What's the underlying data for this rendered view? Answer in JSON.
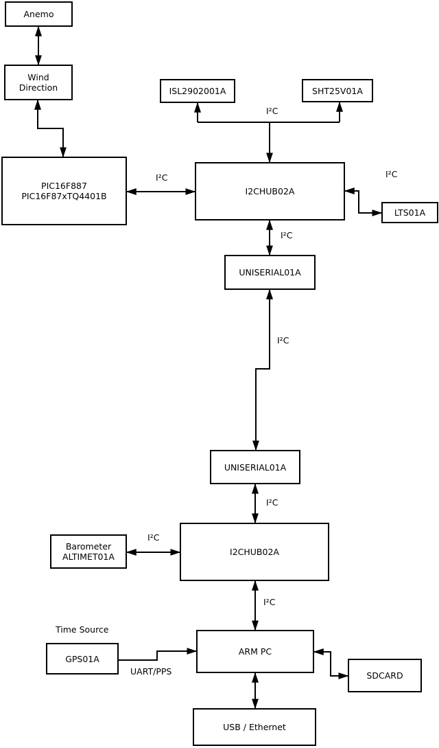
{
  "diagram": {
    "type": "block-diagram",
    "colors": {
      "line": "#000000",
      "box_border": "#000000",
      "box_fill": "#ffffff",
      "background": "#ffffff",
      "text": "#000000"
    },
    "nodes": {
      "anemo": {
        "label": "Anemo"
      },
      "wind": {
        "label": "Wind\nDirection"
      },
      "pic": {
        "label": "PIC16F887\nPIC16F87xTQ4401B"
      },
      "isl": {
        "label": "ISL2902001A"
      },
      "sht": {
        "label": "SHT25V01A"
      },
      "hub1": {
        "label": "I2CHUB02A"
      },
      "lts": {
        "label": "LTS01A"
      },
      "uniserial1": {
        "label": "UNISERIAL01A"
      },
      "uniserial2": {
        "label": "UNISERIAL01A"
      },
      "hub2": {
        "label": "I2CHUB02A"
      },
      "barometer": {
        "label": "Barometer\nALTIMET01A"
      },
      "gps": {
        "label": "GPS01A"
      },
      "armpc": {
        "label": "ARM PC"
      },
      "sdcard": {
        "label": "SDCARD"
      },
      "usb_ethernet": {
        "label": "USB / Ethernet"
      }
    },
    "labels": {
      "i2c": "I²C",
      "uart_pps": "UART/PPS",
      "time_source": "Time Source"
    },
    "connections": [
      {
        "from": "Anemo",
        "to": "Wind Direction",
        "label": "",
        "bidirectional": true
      },
      {
        "from": "Wind Direction",
        "to": "PIC16F887 PIC16F87xTQ4401B",
        "label": "",
        "bidirectional": true
      },
      {
        "from": "PIC16F887 PIC16F87xTQ4401B",
        "to": "I2CHUB02A (upper)",
        "label": "I²C",
        "bidirectional": true
      },
      {
        "from": "I2CHUB02A (upper)",
        "to": "ISL2902001A",
        "label": "I²C",
        "bidirectional": false
      },
      {
        "from": "I2CHUB02A (upper)",
        "to": "SHT25V01A",
        "label": "I²C",
        "bidirectional": false
      },
      {
        "from": "I2CHUB02A (upper)",
        "to": "LTS01A",
        "label": "I²C",
        "bidirectional": true
      },
      {
        "from": "I2CHUB02A (upper)",
        "to": "UNISERIAL01A (upper)",
        "label": "I²C",
        "bidirectional": true
      },
      {
        "from": "UNISERIAL01A (upper)",
        "to": "UNISERIAL01A (lower)",
        "label": "I²C",
        "bidirectional": true
      },
      {
        "from": "UNISERIAL01A (lower)",
        "to": "I2CHUB02A (lower)",
        "label": "I²C",
        "bidirectional": true
      },
      {
        "from": "I2CHUB02A (lower)",
        "to": "Barometer ALTIMET01A",
        "label": "I²C",
        "bidirectional": true
      },
      {
        "from": "I2CHUB02A (lower)",
        "to": "ARM PC",
        "label": "I²C",
        "bidirectional": true
      },
      {
        "from": "GPS01A",
        "to": "ARM PC",
        "label": "UART/PPS",
        "bidirectional": false
      },
      {
        "from": "ARM PC",
        "to": "SDCARD",
        "label": "",
        "bidirectional": true
      },
      {
        "from": "ARM PC",
        "to": "USB / Ethernet",
        "label": "",
        "bidirectional": true
      }
    ]
  }
}
